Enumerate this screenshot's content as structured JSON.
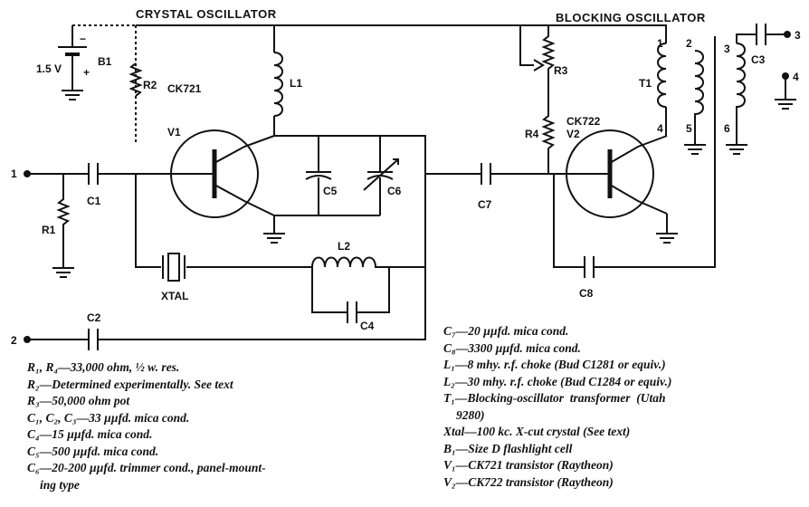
{
  "headings": {
    "crystal": "CRYSTAL OSCILLATOR",
    "blocking": "BLOCKING OSCILLATOR"
  },
  "labels": {
    "b1": "B1",
    "voltage": "1.5 V",
    "minus": "−",
    "plus": "+",
    "r1": "R1",
    "r2": "R2",
    "r3": "R3",
    "r4": "R4",
    "c1": "C1",
    "c2": "C2",
    "c3": "C3",
    "c4": "C4",
    "c5": "C5",
    "c6": "C6",
    "c7": "C7",
    "c8": "C8",
    "l1": "L1",
    "l2": "L2",
    "t1": "T1",
    "v1": "V1",
    "v2": "V2",
    "ck721": "CK721",
    "ck722": "CK722",
    "xtal": "XTAL",
    "terminal_1": "1",
    "terminal_2": "2",
    "terminal_3": "3",
    "terminal_4": "4",
    "wind_1": "1",
    "wind_2": "2",
    "wind_3": "3",
    "wind_4": "4",
    "wind_5": "5",
    "wind_6": "6"
  },
  "parts_left": [
    "R₁, R₄—33,000 ohm, ½ w. res.",
    "R₂—Determined experimentally. See text",
    "R₃—50,000 ohm pot",
    "C₁, C₂, C₃—33 µµfd. mica cond.",
    "C₄—15 µµfd. mica cond.",
    "C₅—500 µµfd. mica cond.",
    "C₆—20-200 µµfd. trimmer cond., panel-mount-",
    "ing type"
  ],
  "parts_right": [
    "C₇—20 µµfd. mica cond.",
    "C₈—3300 µµfd. mica cond.",
    "L₁—8 mhy. r.f. choke (Bud C1281 or equiv.)",
    "L₂—30 mhy. r.f. choke (Bud C1284 or equiv.)",
    "T₁—Blocking-oscillator  transformer  (Utah",
    "9280)",
    "Xtal—100 kc. X-cut crystal (See text)",
    "B₁—Size D flashlight cell",
    "V₁—CK721 transistor (Raytheon)",
    "V₂—CK722 transistor (Raytheon)"
  ]
}
